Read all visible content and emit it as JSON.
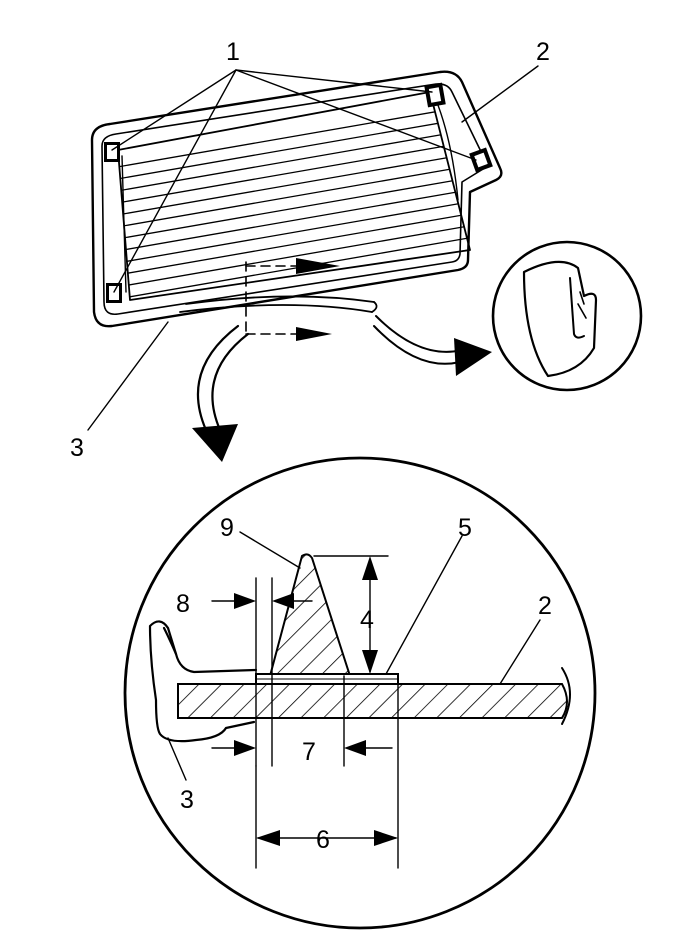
{
  "diagram": {
    "callouts": {
      "c1": "1",
      "c2_top": "2",
      "c3_top": "3",
      "c9": "9",
      "c5": "5",
      "c8": "8",
      "c4": "4",
      "c2_detail": "2",
      "c7": "7",
      "c3_detail": "3",
      "c6": "6"
    },
    "colors": {
      "ink": "#000000",
      "paper": "#ffffff"
    }
  }
}
